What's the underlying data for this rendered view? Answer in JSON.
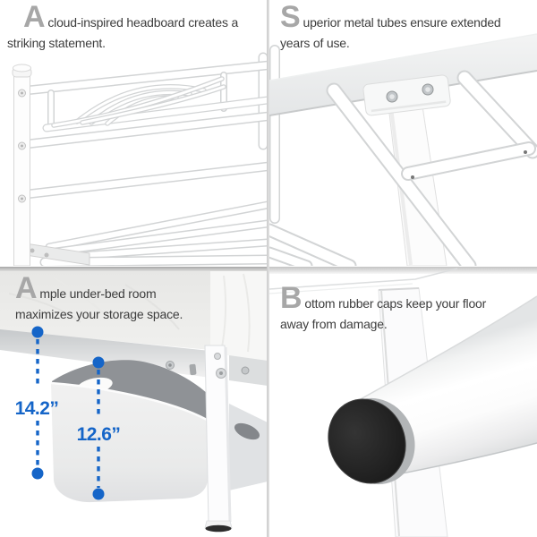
{
  "page": {
    "background": "#ffffff"
  },
  "colors": {
    "accent_blue": "#1565c8",
    "body_text": "#3d3d3d",
    "initial_letter_gray": "#a7a7a7",
    "divider": "#d2d2d2",
    "rubber_cap_black": "#1a1a1a"
  },
  "panels": {
    "headboard": {
      "initial": "A",
      "line1": "cloud-inspired headboard creates a",
      "line2": "striking statement.",
      "illustration": "white-metal-headboard-photo"
    },
    "tubes": {
      "initial": "S",
      "line1": "uperior metal tubes ensure extended",
      "line2": "years of use.",
      "illustration": "metal-tube-frame-photo"
    },
    "storage": {
      "initial": "A",
      "line1": "mple under-bed room",
      "line2": "maximizes your storage space.",
      "illustration": "under-bed-storage-photo",
      "measurements": {
        "height": "14.2”",
        "clearance": "12.6”"
      }
    },
    "caps": {
      "initial": "B",
      "line1": "ottom rubber caps keep your floor",
      "line2": "away from damage.",
      "illustration": "rubber-foot-cap-photo"
    }
  }
}
